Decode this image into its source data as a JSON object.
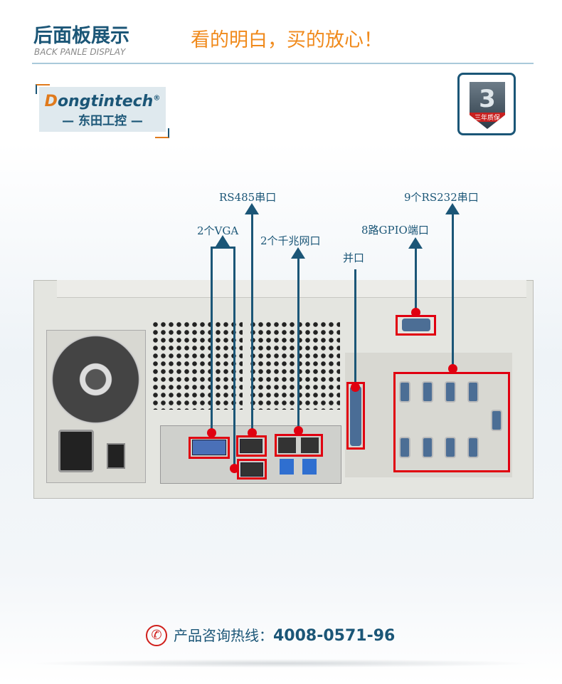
{
  "header": {
    "title": "后面板展示",
    "subtitle": "BACK PANLE DISPLAY",
    "slogan": "看的明白，买的放心！"
  },
  "logo": {
    "brand_en_initial": "D",
    "brand_en_rest": "ongtintech",
    "brand_cn": "— 东田工控 —",
    "registered": "®"
  },
  "warranty_badge": {
    "number": "3",
    "label": "三年质保"
  },
  "callouts": {
    "rs485": "RS485串口",
    "vga": "2个VGA",
    "lan": "2个千兆网口",
    "parallel": "并口",
    "gpio": "8路GPIO端口",
    "rs232": "9个RS232串口"
  },
  "colors": {
    "accent": "#1b5677",
    "highlight": "#e00010",
    "slogan": "#f08a1c"
  },
  "footer": {
    "hotline_label": "产品咨询热线：",
    "hotline_number": "4008-0571-96",
    "icon": "phone-icon"
  }
}
